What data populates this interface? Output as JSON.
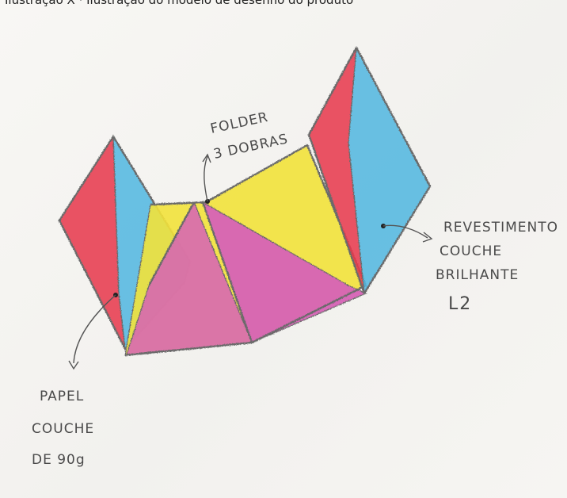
{
  "header": {
    "cropped_text": "Ilustração X · Ilustração do modelo de desenho do produto"
  },
  "annotations": {
    "folder_line1": "FOLDER",
    "folder_line2": "3 DOBRAS",
    "revestimento_line1": "REVESTIMENTO",
    "revestimento_line2": "COUCHE",
    "revestimento_line3": "BRILHANTE",
    "revestimento_line4": "L2",
    "papel_line1": "PAPEL",
    "papel_line2": "COUCHE",
    "papel_line3": "DE 90g"
  },
  "colors": {
    "red": "#e8354a",
    "blue": "#4fb6e0",
    "yellow": "#f2e23a",
    "pink": "#d662b6",
    "outline": "#6a6a6a"
  }
}
